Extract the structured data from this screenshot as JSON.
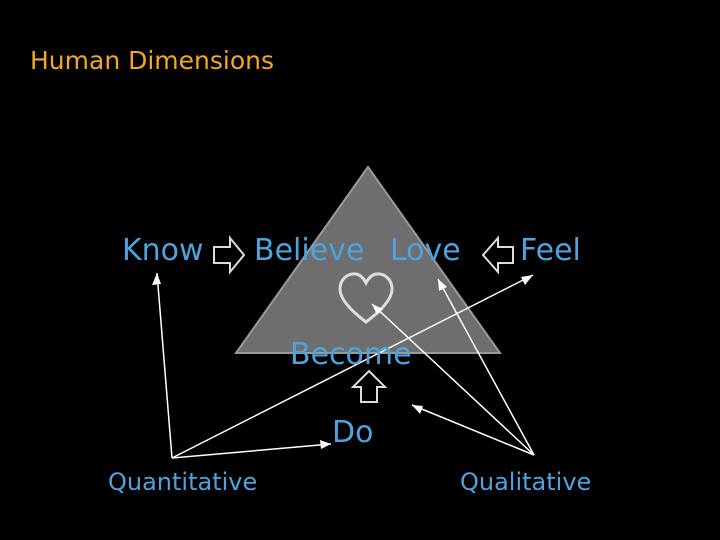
{
  "title": "Human Dimensions",
  "labels": {
    "know": "Know",
    "believe": "Believe",
    "love": "Love",
    "feel": "Feel",
    "become": "Become",
    "do": "Do",
    "quantitative": "Quantitative",
    "qualitative": "Qualitative"
  },
  "colors": {
    "background": "#000000",
    "title": "#f5a623",
    "dimension_label": "#4ca3dd",
    "triangle_fill": "#6e6e6e",
    "triangle_stroke": "#9a9a9a",
    "outline_arrow": "#dddddd",
    "connector": "#ffffff"
  },
  "icons": [
    "right-arrow-icon",
    "left-arrow-icon",
    "up-arrow-icon",
    "heart-icon"
  ]
}
